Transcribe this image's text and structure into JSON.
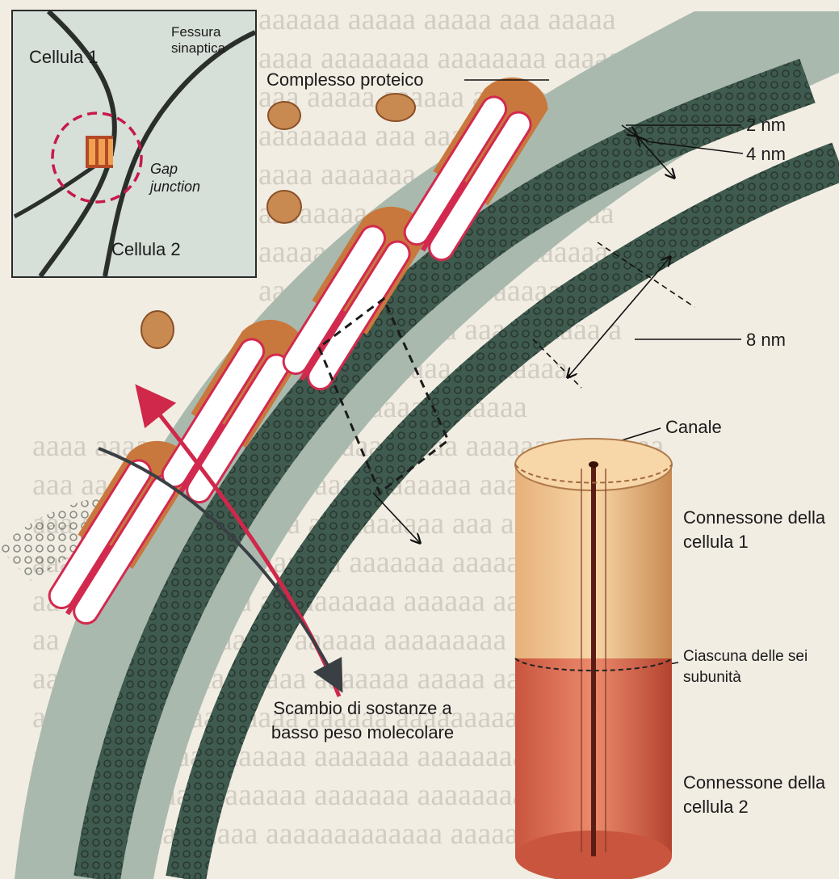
{
  "labels": {
    "cellula1": "Cellula 1",
    "fessura_sinaptica": "Fessura sinaptica",
    "gap_junction": "Gap junction",
    "cellula2": "Cellula 2",
    "complesso_proteico": "Complesso proteico",
    "nm2": "2 nm",
    "nm4": "4 nm",
    "nm8": "8 nm",
    "canale": "Canale",
    "connessone1": "Connessone della cellula 1",
    "subunita": "Ciascuna delle sei subunità",
    "connessone2": "Connessone della cellula 2",
    "scambio": "Scambio di sostanze a basso peso molecolare"
  },
  "colors": {
    "membrane_dark": "#3f5a4e",
    "membrane_light": "#8fa89c",
    "protein_orange": "#c9783d",
    "protein_light": "#f4c98f",
    "channel_pink": "#d22a4e",
    "connexon_top": "#f2c28a",
    "connexon_bottom": "#d9694e",
    "arrow_red": "#d0284a",
    "arrow_dark": "#3a3f44"
  }
}
